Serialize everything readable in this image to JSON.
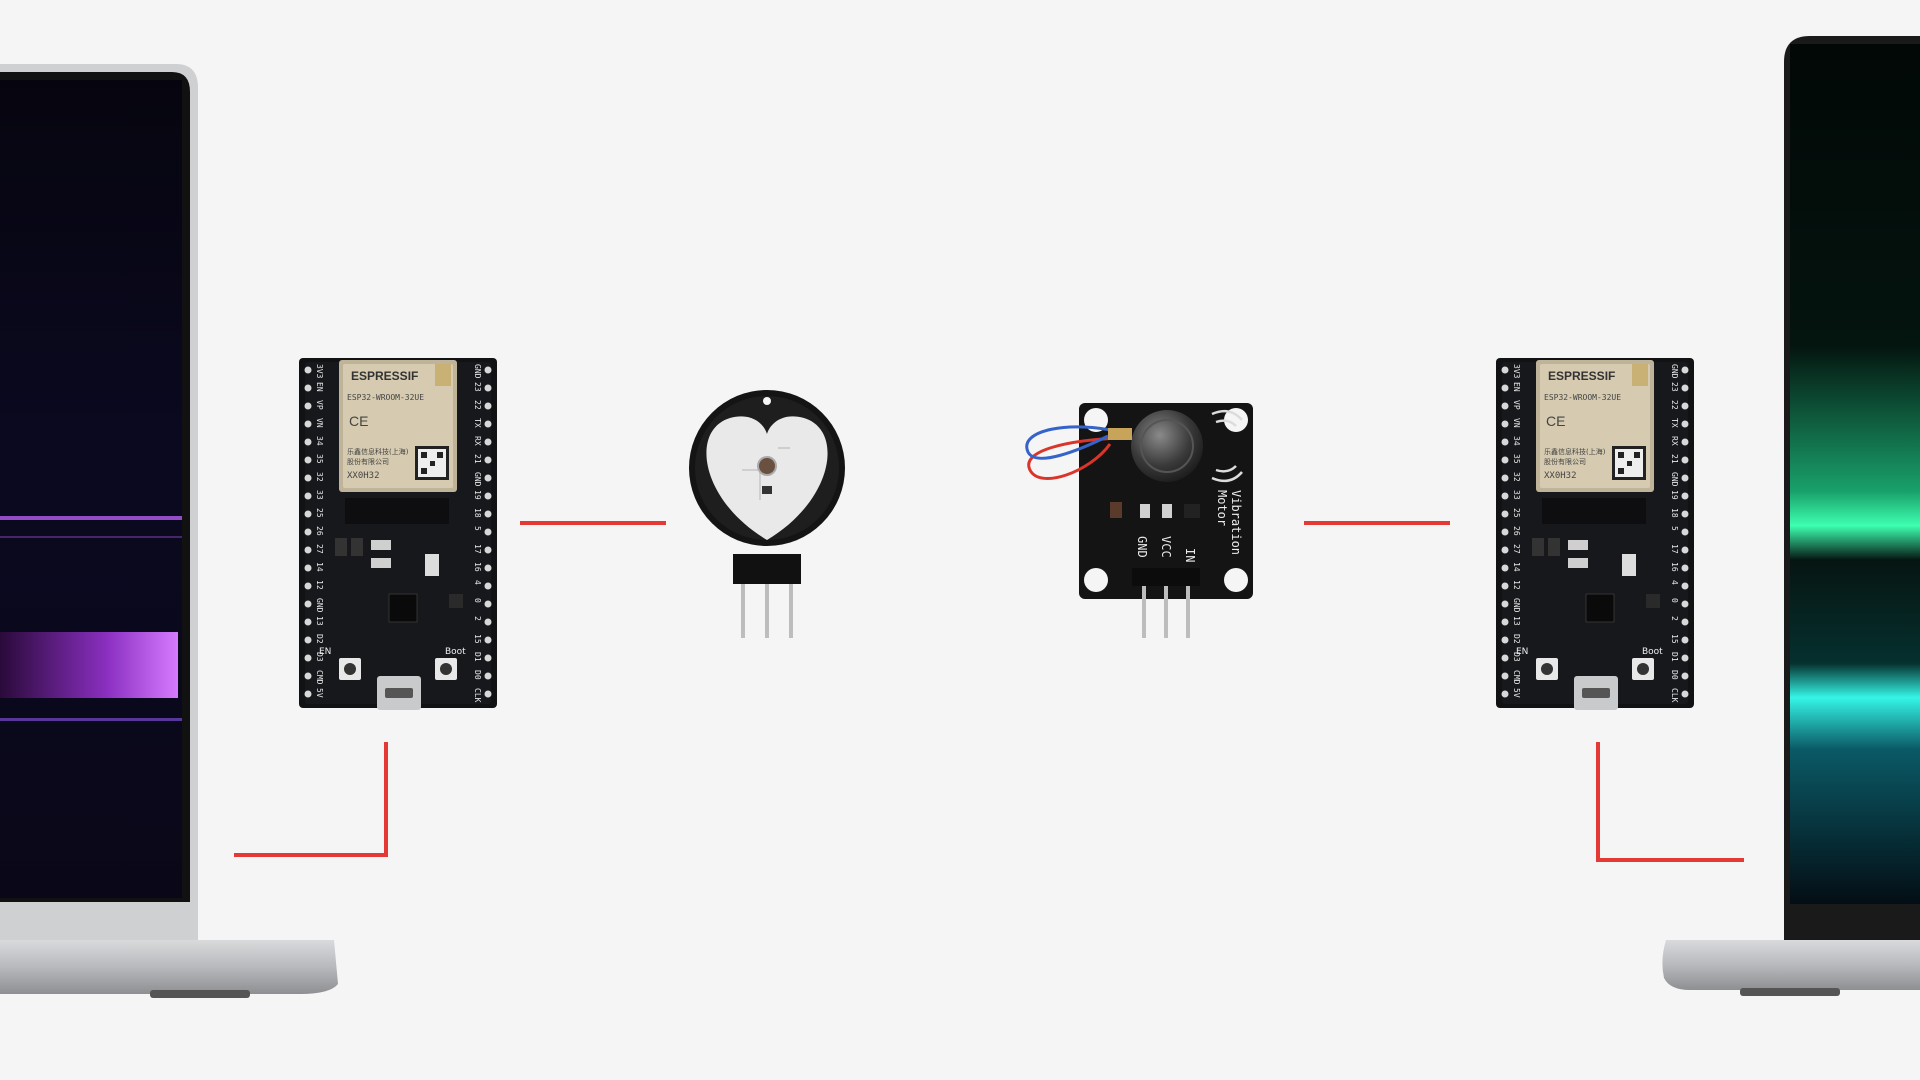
{
  "diagram": {
    "background": "#f5f5f5",
    "wire_color": "#e53935",
    "left_laptop": {
      "screen_theme": "purple-gradient",
      "accent": "#c061ff"
    },
    "right_laptop": {
      "screen_theme": "teal-green-gradient",
      "accent": "#2fe0d0"
    },
    "left_board": {
      "brand": "ESPRESSIF",
      "model": "ESP32-WROOM-32UE",
      "cn_line_1": "乐鑫信息科技(上海)",
      "cn_line_2": "股份有限公司",
      "code": "XX0H32",
      "en_label": "EN",
      "boot_label": "Boot",
      "pins_left": [
        "3V3",
        "EN",
        "VP",
        "VN",
        "34",
        "35",
        "32",
        "33",
        "25",
        "26",
        "27",
        "14",
        "12",
        "GND",
        "13",
        "D2",
        "D3",
        "CMD",
        "5V"
      ],
      "pins_right": [
        "GND",
        "23",
        "22",
        "TX",
        "RX",
        "21",
        "GND",
        "19",
        "18",
        "5",
        "17",
        "16",
        "4",
        "0",
        "2",
        "15",
        "D1",
        "D0",
        "CLK"
      ]
    },
    "right_board": {
      "brand": "ESPRESSIF",
      "model": "ESP32-WROOM-32UE",
      "cn_line_1": "乐鑫信息科技(上海)",
      "cn_line_2": "股份有限公司",
      "code": "XX0H32",
      "en_label": "EN",
      "boot_label": "Boot",
      "pins_left": [
        "3V3",
        "EN",
        "VP",
        "VN",
        "34",
        "35",
        "32",
        "33",
        "25",
        "26",
        "27",
        "14",
        "12",
        "GND",
        "13",
        "D2",
        "D3",
        "CMD",
        "5V"
      ],
      "pins_right": [
        "GND",
        "23",
        "22",
        "TX",
        "RX",
        "21",
        "GND",
        "19",
        "18",
        "5",
        "17",
        "16",
        "4",
        "0",
        "2",
        "15",
        "D1",
        "D0",
        "CLK"
      ]
    },
    "vibration_module": {
      "title_1": "Vibration",
      "title_2": "Motor",
      "pin_gnd": "GND",
      "pin_vcc": "VCC",
      "pin_in": "IN"
    }
  }
}
